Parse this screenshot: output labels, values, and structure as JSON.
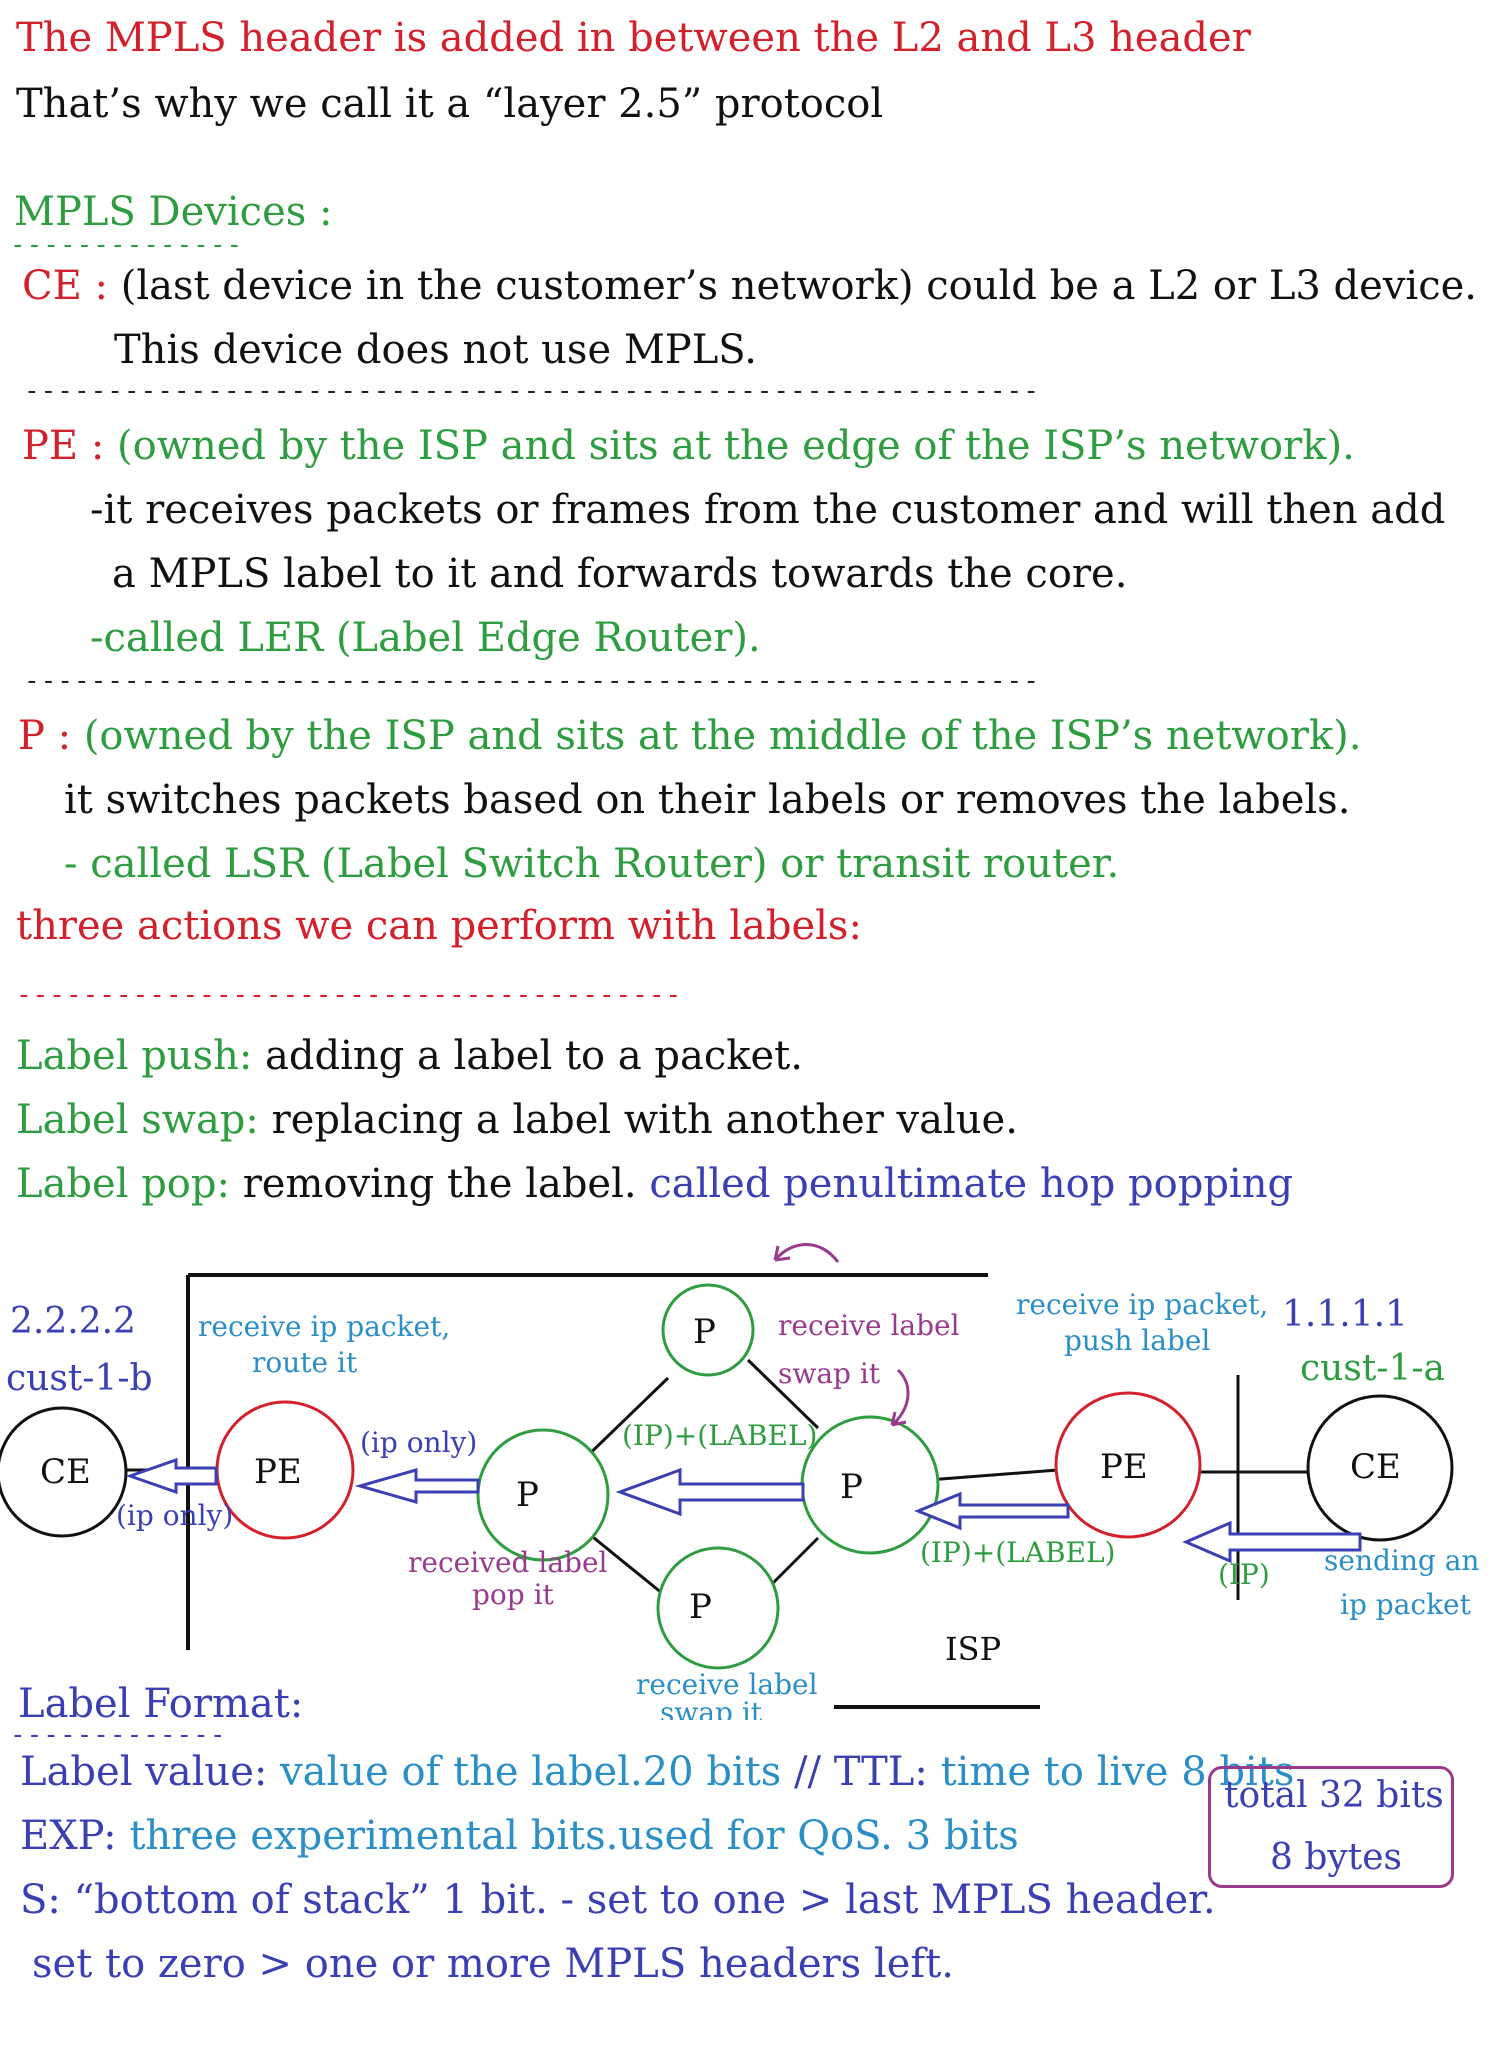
{
  "intro": {
    "line1": "The MPLS header is added in between the L2 and L3 header",
    "line2": "That’s why we call it a “layer 2.5” protocol"
  },
  "devices": {
    "heading": "MPLS Devices :",
    "ce": {
      "label": "CE :",
      "desc": "(last device in the customer’s network) could be a L2 or L3 device.",
      "note": "This device does not use MPLS."
    },
    "pe": {
      "label": "PE :",
      "desc": "(owned by the ISP and sits at the edge of the ISP’s network).",
      "line2": "-it receives packets or frames from the customer and will then add",
      "line3": "a MPLS label to it and forwards towards the core.",
      "line4": "-called LER (Label Edge Router)."
    },
    "p": {
      "label": "P :",
      "desc": "(owned by the ISP and sits at the middle of the ISP’s network).",
      "line2": "it switches packets based on their labels or removes the labels.",
      "line3": "- called LSR (Label Switch Router) or transit router."
    }
  },
  "actions": {
    "heading": "three actions we can perform with labels:",
    "items": [
      {
        "term": "Label push:",
        "desc": "adding a label to a packet.",
        "extra": ""
      },
      {
        "term": "Label swap:",
        "desc": "replacing a label with another value.",
        "extra": ""
      },
      {
        "term": "Label pop:",
        "desc": "removing the label.",
        "extra": "called penultimate hop popping"
      }
    ]
  },
  "diagram": {
    "left_ip": "2.2.2.2",
    "left_cust": "cust-1-b",
    "right_ip": "1.1.1.1",
    "right_cust": "cust-1-a",
    "ce": "CE",
    "pe": "PE",
    "p": "P",
    "isp": "ISP",
    "notes": {
      "left_pe_1": "receive ip packet,",
      "left_pe_2": "route it",
      "right_pe_1": "receive ip packet,",
      "right_pe_2": "push label",
      "top_p_1": "receive label",
      "top_p_2": "swap it",
      "left_p_1": "received label",
      "left_p_2": "pop it",
      "bottom_p_1": "receive label",
      "bottom_p_2": "swap it",
      "sending_1": "sending an",
      "sending_2": "ip packet"
    },
    "arrows": {
      "ip_only_1": "(ip only)",
      "ip_only_2": "(ip only)",
      "ip_label_1": "(IP)+(LABEL)",
      "ip_label_2": "(IP)+(LABEL)",
      "ip": "(IP)"
    }
  },
  "format": {
    "heading": "Label Format:",
    "line1_term": "Label value:",
    "line1_desc": "value of the label.20 bits",
    "line1_sep": "//",
    "line1_term2": "TTL:",
    "line1_desc2": "time to live 8 bits",
    "line2_term": "EXP:",
    "line2_desc": "three experimental bits.used for QoS. 3 bits",
    "line3": "S: “bottom of stack” 1 bit. - set to one > last MPLS header.",
    "line4": "set to zero > one or more MPLS headers left.",
    "total_1": "total 32 bits",
    "total_2": "8 bytes"
  },
  "colors": {
    "red": "#d3212b",
    "green": "#2e9d3f",
    "blue": "#3a3fb3",
    "light_blue": "#2a8fc7",
    "purple": "#9a3a8f"
  }
}
